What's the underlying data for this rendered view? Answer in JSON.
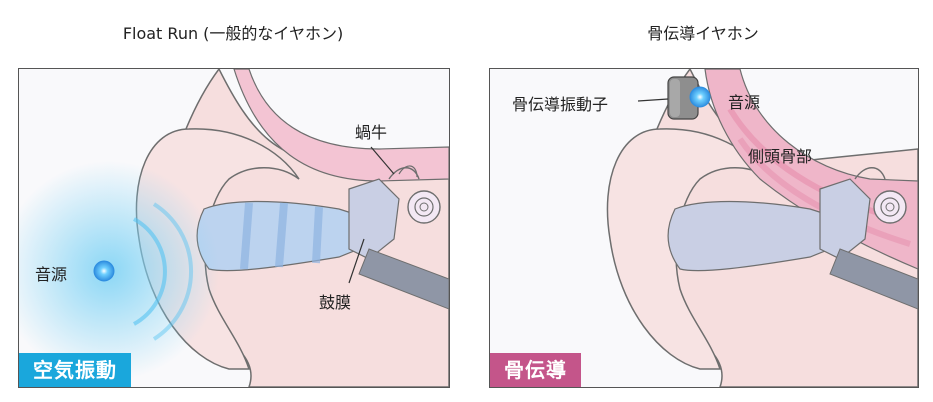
{
  "left": {
    "title": "Float Run (一般的なイヤホン)",
    "labels": {
      "source": "音源",
      "cochlea": "蝸牛",
      "eardrum": "鼓膜"
    },
    "badge": "空気振動",
    "badge_color": "#1aa7dc"
  },
  "right": {
    "title": "骨伝導イヤホン",
    "labels": {
      "transducer": "骨伝導振動子",
      "source": "音源",
      "temporal_bone": "側頭骨部"
    },
    "badge": "骨伝導",
    "badge_color": "#c4558a"
  },
  "colors": {
    "skin": "#f6dede",
    "skin_outline": "#6e6e6e",
    "cartilage": "#f3c4d3",
    "bone": "#efb6c9",
    "canal_blue": "#bcd3ef",
    "canal_gray": "#c9cfe4",
    "nerve": "#8f96a6",
    "sound_glow": "#33b5f0"
  }
}
